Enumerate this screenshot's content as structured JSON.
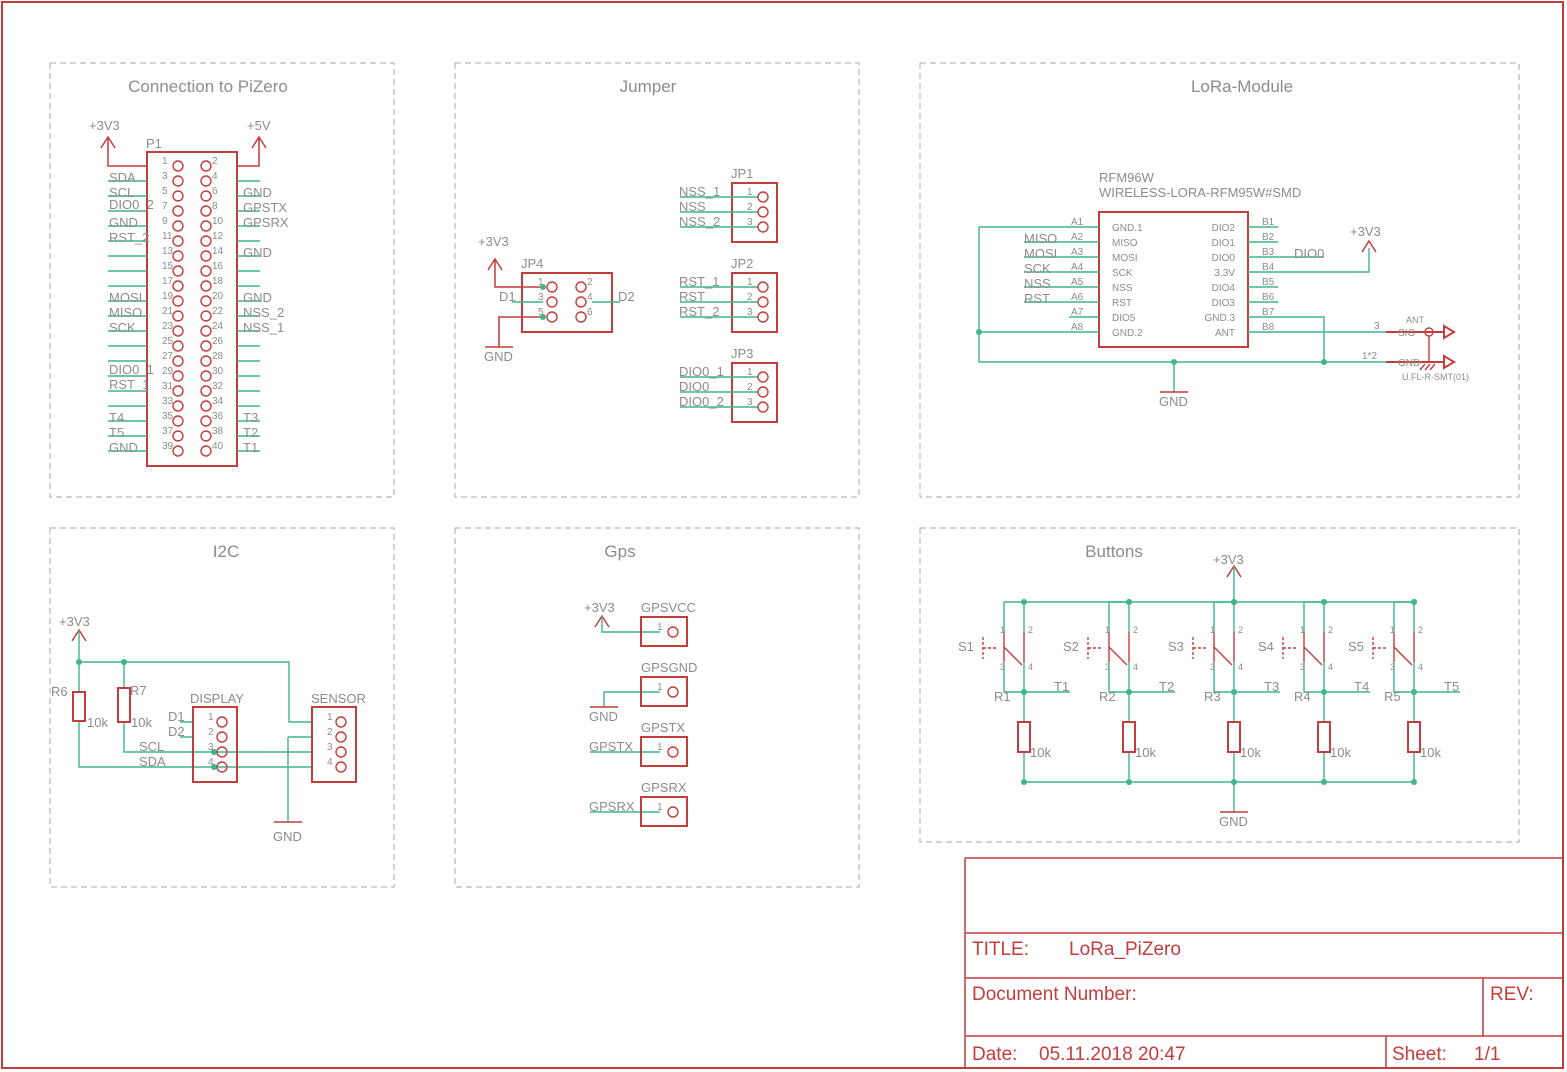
{
  "groups": {
    "pizero": "Connection to PiZero",
    "jumper": "Jumper",
    "lora": "LoRa-Module",
    "i2c": "I2C",
    "gps": "Gps",
    "buttons": "Buttons"
  },
  "power": {
    "v33": "+3V3",
    "v5": "+5V",
    "gnd": "GND"
  },
  "header": {
    "ref": "P1",
    "left_labels": [
      "",
      "SDA",
      "SCL",
      "DIO0_2",
      "GND",
      "RST_2",
      "",
      "",
      "",
      "MOSI",
      "MISO",
      "SCK",
      "",
      "",
      "DIO0_1",
      "RST_1",
      "",
      "T4",
      "T5",
      "GND"
    ],
    "right_labels": [
      "",
      "",
      "GND",
      "GPSTX",
      "GPSRX",
      "",
      "GND",
      "",
      "",
      "GND",
      "NSS_2",
      "NSS_1",
      "",
      "",
      "",
      "",
      "",
      "T3",
      "T2",
      "T1"
    ],
    "odd_pins": [
      "1",
      "3",
      "5",
      "7",
      "9",
      "11",
      "13",
      "15",
      "17",
      "19",
      "21",
      "23",
      "25",
      "27",
      "29",
      "31",
      "33",
      "35",
      "37",
      "39"
    ],
    "even_pins": [
      "2",
      "4",
      "6",
      "8",
      "10",
      "12",
      "14",
      "16",
      "18",
      "20",
      "22",
      "24",
      "26",
      "28",
      "30",
      "32",
      "34",
      "36",
      "38",
      "40"
    ]
  },
  "jumpers": {
    "jp4": {
      "ref": "JP4",
      "left": "D1",
      "right": "D2",
      "pins": [
        "1",
        "2",
        "3",
        "4",
        "5",
        "6"
      ]
    },
    "jp1": {
      "ref": "JP1",
      "labels": [
        "NSS_1",
        "NSS",
        "NSS_2"
      ]
    },
    "jp2": {
      "ref": "JP2",
      "labels": [
        "RST_1",
        "RST",
        "RST_2"
      ]
    },
    "jp3": {
      "ref": "JP3",
      "labels": [
        "DIO0_1",
        "DIO0",
        "DIO0_2"
      ]
    },
    "pins": [
      "1",
      "2",
      "3"
    ]
  },
  "lora": {
    "name": "RFM96W",
    "value": "WIRELESS-LORA-RFM95W#SMD",
    "left_pads": [
      "A1",
      "A2",
      "A3",
      "A4",
      "A5",
      "A6",
      "A7",
      "A8"
    ],
    "left_pins": [
      "GND.1",
      "MISO",
      "MOSI",
      "SCK",
      "NSS",
      "RST",
      "DIO5",
      "GND.2"
    ],
    "left_nets": [
      "",
      "MISO",
      "MOSI",
      "SCK",
      "NSS",
      "RST",
      "",
      ""
    ],
    "right_pads": [
      "B1",
      "B2",
      "B3",
      "B4",
      "B5",
      "B6",
      "B7",
      "B8"
    ],
    "right_pins": [
      "DIO2",
      "DIO1",
      "DIO0",
      "3.3V",
      "DIO4",
      "DIO3",
      "GND.3",
      "ANT"
    ],
    "right_nets": [
      "",
      "",
      "DIO0",
      "",
      "",
      "",
      "",
      ""
    ],
    "ant_label": "ANT",
    "sig_label": "SIG",
    "gnd_label": "GND",
    "pin3": "3",
    "pin12": "1*2",
    "connector": "U.FL-R-SMT(01)"
  },
  "i2c": {
    "r6": "R6",
    "r7": "R7",
    "r_value": "10k",
    "display": "DISPLAY",
    "sensor": "SENSOR",
    "d1": "D1",
    "d2": "D2",
    "scl": "SCL",
    "sda": "SDA",
    "pins": [
      "1",
      "2",
      "3",
      "4"
    ]
  },
  "gps": {
    "vcc": "GPSVCC",
    "gnd_name": "GPSGND",
    "tx": "GPSTX",
    "rx": "GPSRX",
    "tx_net": "GPSTX",
    "rx_net": "GPSRX",
    "pin": "1"
  },
  "buttons": {
    "switches": [
      "S1",
      "S2",
      "S3",
      "S4",
      "S5"
    ],
    "resistors": [
      "R1",
      "R2",
      "R3",
      "R4",
      "R5"
    ],
    "nets": [
      "T1",
      "T2",
      "T3",
      "T4",
      "T5"
    ],
    "value": "10k",
    "pin1": "1",
    "pin2": "2",
    "pin3": "3",
    "pin4": "4"
  },
  "titleblock": {
    "title_label": "TITLE:",
    "title": "LoRa_PiZero",
    "docnum_label": "Document Number:",
    "rev_label": "REV:",
    "date_label": "Date:",
    "date": "05.11.2018 20:47",
    "sheet_label": "Sheet:",
    "sheet": "1/1"
  }
}
